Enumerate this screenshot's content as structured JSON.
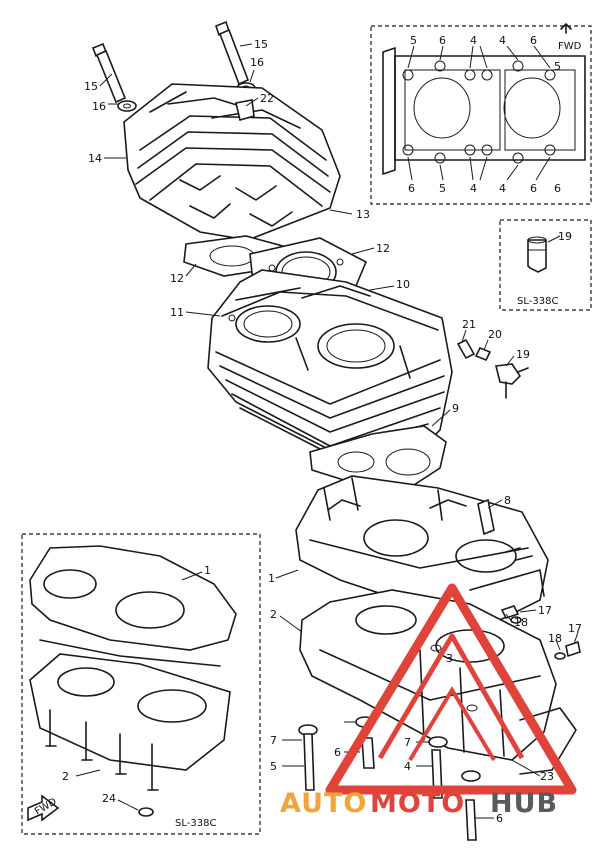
{
  "callouts": [
    {
      "id": "c15a",
      "text": "15"
    },
    {
      "id": "c15b",
      "text": "15"
    },
    {
      "id": "c16a",
      "text": "16"
    },
    {
      "id": "c16b",
      "text": "16"
    },
    {
      "id": "c22",
      "text": "22"
    },
    {
      "id": "c14",
      "text": "14"
    },
    {
      "id": "c13",
      "text": "13"
    },
    {
      "id": "c12a",
      "text": "12"
    },
    {
      "id": "c12b",
      "text": "12"
    },
    {
      "id": "c11",
      "text": "11"
    },
    {
      "id": "c10",
      "text": "10"
    },
    {
      "id": "c9",
      "text": "9"
    },
    {
      "id": "c21",
      "text": "21"
    },
    {
      "id": "c20",
      "text": "20"
    },
    {
      "id": "c19a",
      "text": "19"
    },
    {
      "id": "c8",
      "text": "8"
    },
    {
      "id": "c1a",
      "text": "1"
    },
    {
      "id": "c2a",
      "text": "2"
    },
    {
      "id": "c17a",
      "text": "17"
    },
    {
      "id": "c18a",
      "text": "18"
    },
    {
      "id": "c18b",
      "text": "18"
    },
    {
      "id": "c17b",
      "text": "17"
    },
    {
      "id": "c3",
      "text": "3"
    },
    {
      "id": "c7a",
      "text": "7"
    },
    {
      "id": "c5a",
      "text": "5"
    },
    {
      "id": "c6a",
      "text": "6"
    },
    {
      "id": "c7b",
      "text": "7"
    },
    {
      "id": "c4a",
      "text": "4"
    },
    {
      "id": "c23",
      "text": "23"
    },
    {
      "id": "c6b",
      "text": "6"
    },
    {
      "id": "c1b",
      "text": "1"
    },
    {
      "id": "c2b",
      "text": "2"
    },
    {
      "id": "c24",
      "text": "24"
    }
  ],
  "torque_panel": {
    "top_labels": [
      "5",
      "6",
      "4",
      "4",
      "6",
      "5"
    ],
    "bottom_labels": [
      "6",
      "5",
      "4",
      "4",
      "6",
      "6"
    ],
    "fwd": "FWD"
  },
  "inset": {
    "callout": "19",
    "code": "SL-338C"
  },
  "lower_inset": {
    "code": "SL-338C",
    "fwd": "FWD"
  },
  "watermark": {
    "part1": "AUTO",
    "part2": "MOTO",
    "part3": "HUB"
  },
  "colors": {
    "ink": "#1a1a1a",
    "watermark_red": "#e0433a",
    "watermark_orange": "#f2a33a",
    "watermark_gray": "#5a5a5a"
  }
}
